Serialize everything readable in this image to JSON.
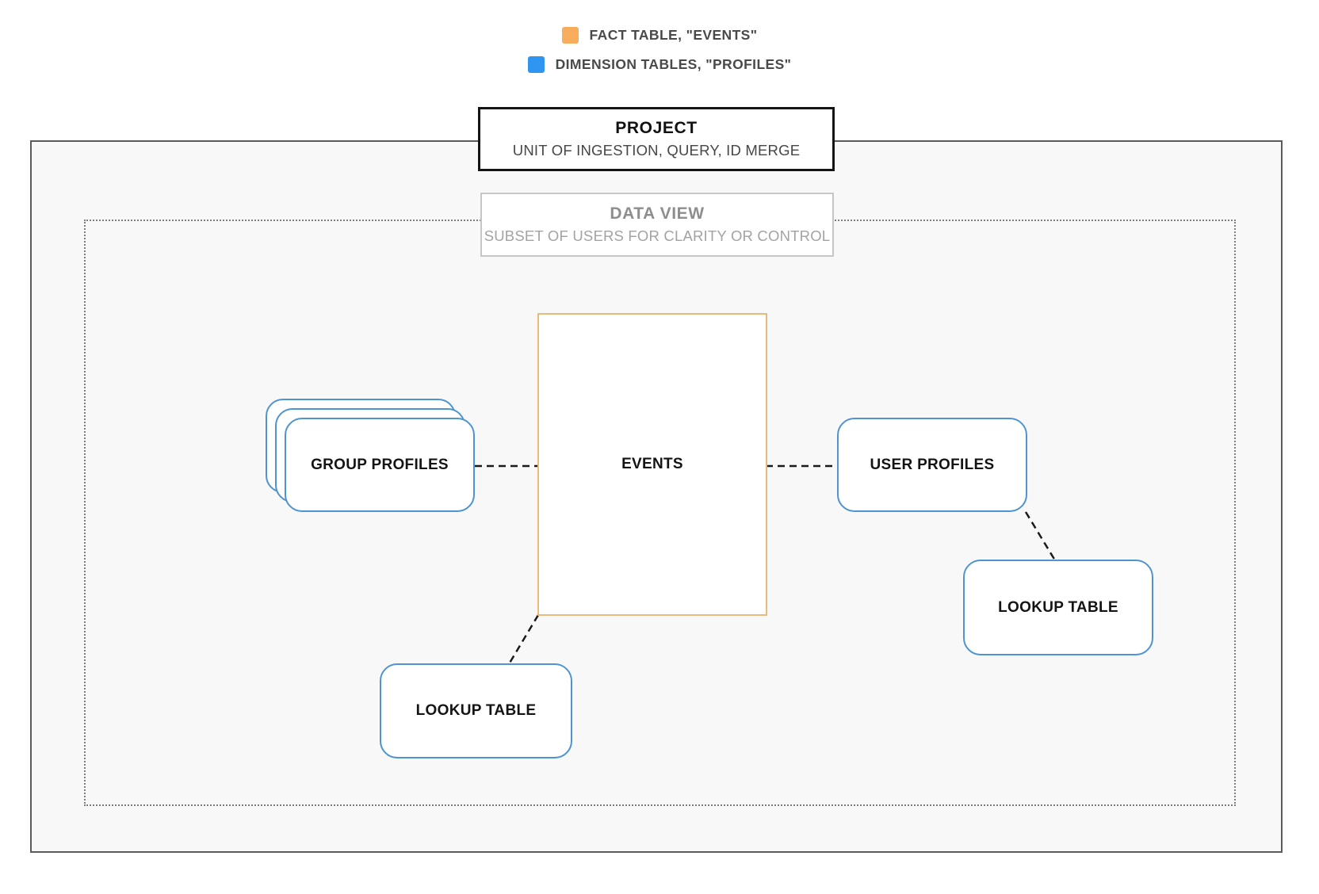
{
  "legend": {
    "items": [
      {
        "id": "fact",
        "label": "FACT TABLE, \"EVENTS\"",
        "color": "#F7AD5B"
      },
      {
        "id": "dimension",
        "label": "DIMENSION TABLES, \"PROFILES\"",
        "color": "#2E96F0"
      }
    ]
  },
  "project": {
    "title": "PROJECT",
    "subtitle": "UNIT OF INGESTION, QUERY, ID MERGE"
  },
  "data_view": {
    "title": "DATA VIEW",
    "subtitle": "SUBSET OF USERS FOR CLARITY OR CONTROL"
  },
  "nodes": {
    "group_profiles": {
      "label": "GROUP PROFILES",
      "type": "dimension",
      "stacked": true
    },
    "events": {
      "label": "EVENTS",
      "type": "fact"
    },
    "user_profiles": {
      "label": "USER PROFILES",
      "type": "dimension"
    },
    "lookup_table_right": {
      "label": "LOOKUP TABLE",
      "type": "dimension"
    },
    "lookup_table_bottom": {
      "label": "LOOKUP TABLE",
      "type": "dimension"
    }
  },
  "connections": [
    {
      "from": "group_profiles",
      "to": "events",
      "style": "dashed"
    },
    {
      "from": "events",
      "to": "user_profiles",
      "style": "dashed"
    },
    {
      "from": "user_profiles",
      "to": "lookup_table_right",
      "style": "dashed"
    },
    {
      "from": "events",
      "to": "lookup_table_bottom",
      "style": "dashed"
    }
  ],
  "colors": {
    "fact_border": "#E9BA7C",
    "dimension_border": "#4D94D0",
    "legend_fact_swatch": "#F7AD5B",
    "legend_dimension_swatch": "#2E96F0",
    "connector": "#1B1B1B",
    "project_border": "#141414",
    "dataview_border": "#C6C6C6",
    "frame_border": "#5B5B5B",
    "frame_fill": "#F8F8F8",
    "dotted_border": "#7E7E7E"
  }
}
